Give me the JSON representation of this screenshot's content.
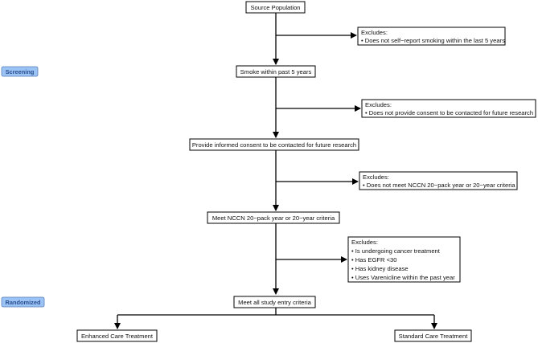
{
  "stages": {
    "screening": "Screening",
    "randomized": "Randomized"
  },
  "nodes": {
    "source_population": "Source Population",
    "smoke_past_5": "Smoke within past 5 years",
    "informed_consent": "Provide informed consent to be contacted for future research",
    "meet_nccn": "Meet NCCN 20−pack year or 20−year criteria",
    "meet_all_criteria": "Meet all study entry criteria",
    "enhanced_care": "Enhanced Care Treatment",
    "standard_care": "Standard Care Treatment"
  },
  "exclusions": [
    {
      "title": "Excludes:",
      "items": [
        "• Does not self−report smoking within the last 5 years"
      ]
    },
    {
      "title": "Excludes:",
      "items": [
        "• Does not provide consent to be contacted for future research"
      ]
    },
    {
      "title": "Excludes:",
      "items": [
        "• Does not meet NCCN 20−pack year or 20−year criteria"
      ]
    },
    {
      "title": "Excludes:",
      "items": [
        "• Is undergoing cancer treatment",
        "• Has EGFR <30",
        "• Has kidney disease",
        "• Uses Varenicline within the past year"
      ]
    }
  ],
  "colors": {
    "stage_fill": "#9cc3f5",
    "stage_text": "#2a4f8f",
    "line": "#000000"
  }
}
